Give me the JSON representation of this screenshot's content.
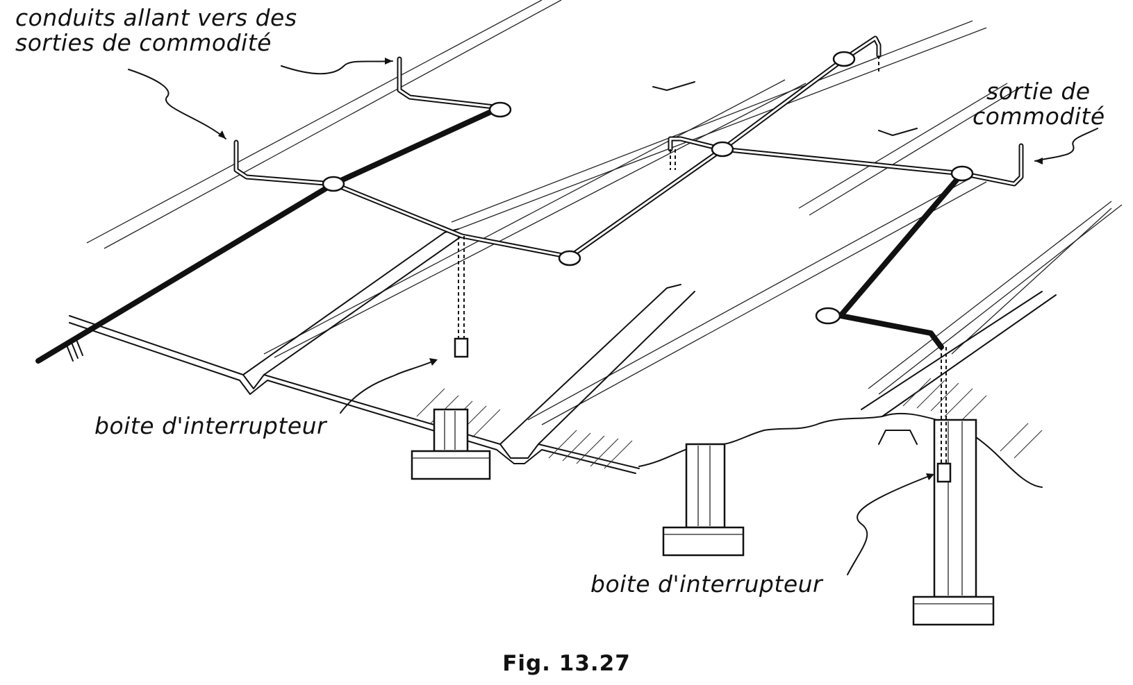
{
  "labels": {
    "conduits_line1": "conduits allant vers des",
    "conduits_line2": "sorties de commodité",
    "sortie_line1": "sortie de",
    "sortie_line2": "commodité",
    "boite_left": "boite d'interrupteur",
    "boite_right": "boite d'interrupteur"
  },
  "caption": "Fig.  13.27"
}
